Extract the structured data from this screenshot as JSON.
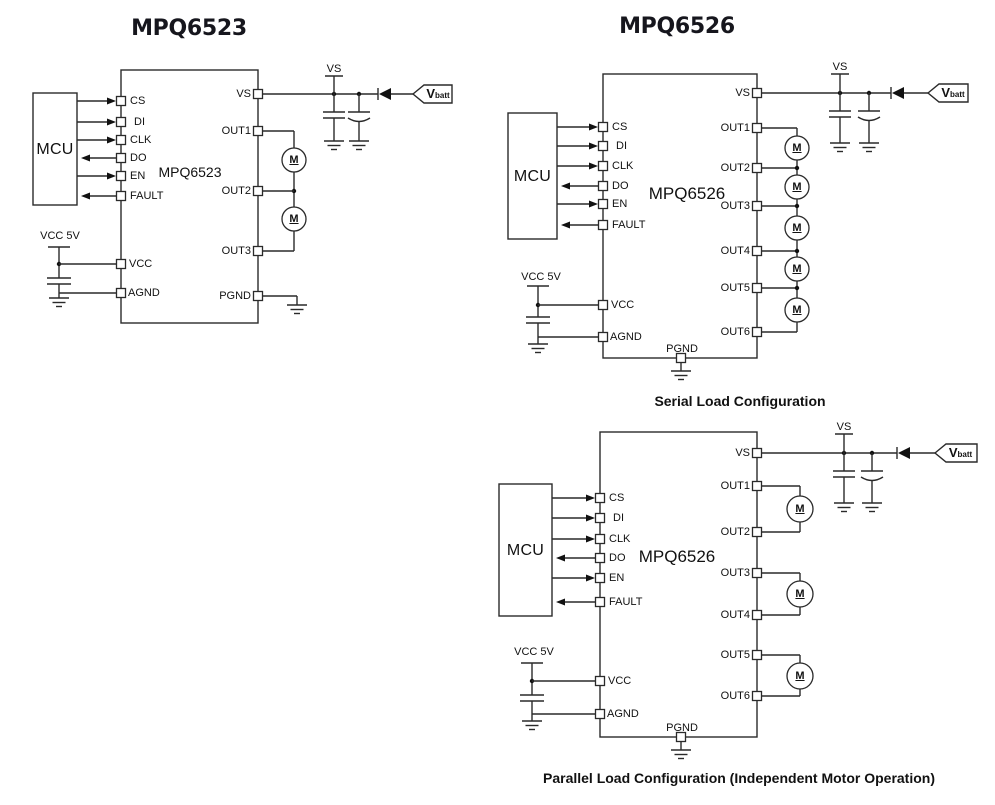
{
  "colors": {
    "line": "#2a2a2a",
    "text": "#111111",
    "background": "#ffffff"
  },
  "c1": {
    "title": "MPQ6523",
    "chip": "MPQ6523",
    "mcu": "MCU",
    "pins": {
      "cs": "CS",
      "di": "DI",
      "clk": "CLK",
      "do": "DO",
      "en": "EN",
      "fault": "FAULT",
      "vcc": "VCC",
      "agnd": "AGND",
      "vs": "VS",
      "out1": "OUT1",
      "out2": "OUT2",
      "out3": "OUT3",
      "pgnd": "PGND"
    },
    "vcc_rail": "VCC 5V",
    "vs_rail": "VS",
    "vbatt": "V",
    "vbatt_sub": "batt",
    "motor": "M"
  },
  "c2": {
    "title": "MPQ6526",
    "chip": "MPQ6526",
    "mcu": "MCU",
    "pins": {
      "cs": "CS",
      "di": "DI",
      "clk": "CLK",
      "do": "DO",
      "en": "EN",
      "fault": "FAULT",
      "vcc": "VCC",
      "agnd": "AGND",
      "vs": "VS",
      "out1": "OUT1",
      "out2": "OUT2",
      "out3": "OUT3",
      "out4": "OUT4",
      "out5": "OUT5",
      "out6": "OUT6",
      "pgnd": "PGND"
    },
    "vcc_rail": "VCC 5V",
    "vs_rail": "VS",
    "vbatt": "V",
    "vbatt_sub": "batt",
    "motor": "M",
    "caption": "Serial Load Configuration"
  },
  "c3": {
    "chip": "MPQ6526",
    "mcu": "MCU",
    "pins": {
      "cs": "CS",
      "di": "DI",
      "clk": "CLK",
      "do": "DO",
      "en": "EN",
      "fault": "FAULT",
      "vcc": "VCC",
      "agnd": "AGND",
      "vs": "VS",
      "out1": "OUT1",
      "out2": "OUT2",
      "out3": "OUT3",
      "out4": "OUT4",
      "out5": "OUT5",
      "out6": "OUT6",
      "pgnd": "PGND"
    },
    "vcc_rail": "VCC 5V",
    "vs_rail": "VS",
    "vbatt": "V",
    "vbatt_sub": "batt",
    "motor": "M",
    "caption": "Parallel Load Configuration (Independent Motor Operation)"
  }
}
